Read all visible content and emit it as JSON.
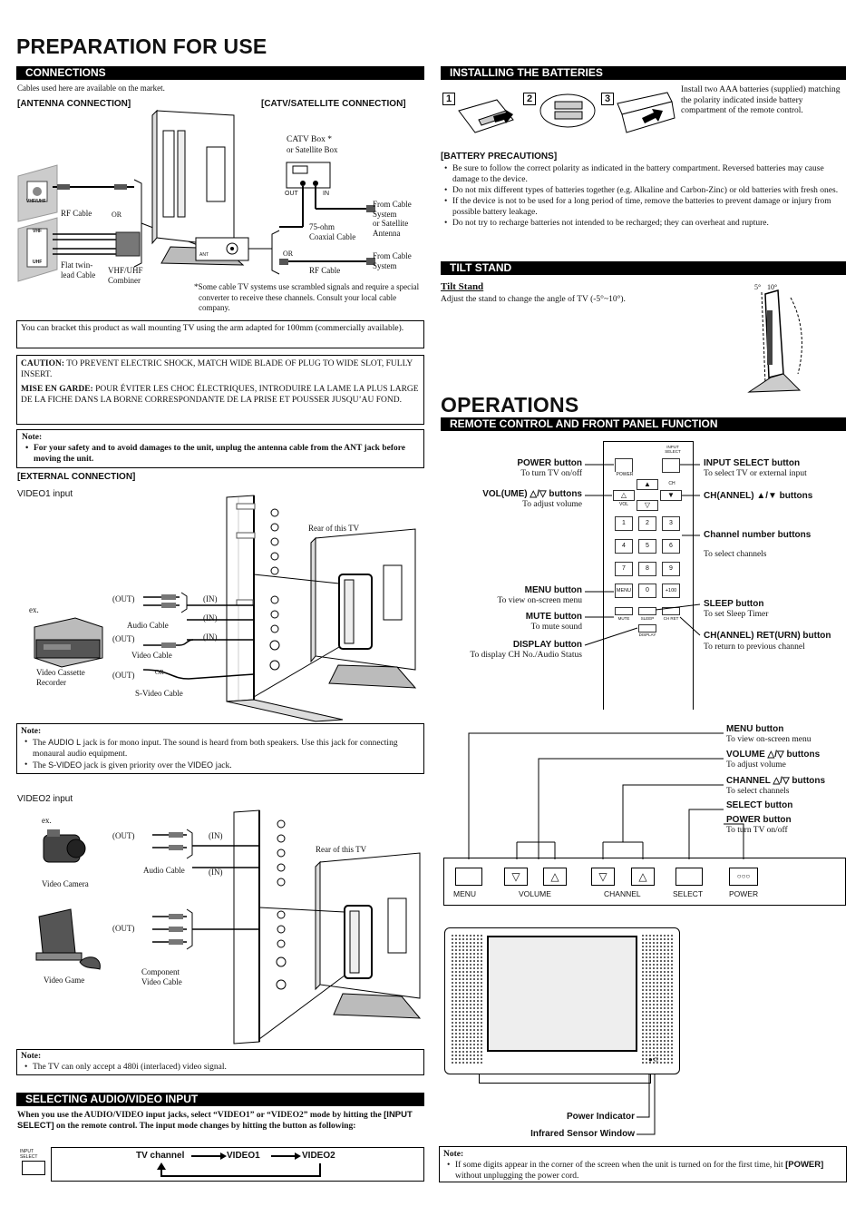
{
  "page": {
    "title": "PREPARATION FOR USE",
    "title2": "OPERATIONS"
  },
  "connections": {
    "header": "CONNECTIONS",
    "intro": "Cables used here are available on the market.",
    "antenna_label": "[ANTENNA CONNECTION]",
    "catv_label": "[CATV/SATELLITE CONNECTION]",
    "labels": {
      "vhf_uhf": "VHF/UHF",
      "vhf": "VHF",
      "uhf": "UHF",
      "rf_cable": "RF Cable",
      "or": "OR",
      "flat_twin": "Flat twin-\nlead Cable",
      "combiner": "VHF/UHF\nCombiner",
      "catv_box": "CATV Box *",
      "satellite_box": "or Satellite Box",
      "out": "OUT",
      "in": "IN",
      "from_cable_1": "From Cable\nSystem\nor Satellite\nAntenna",
      "coaxial": "75-ohm\nCoaxial Cable",
      "or2": "OR",
      "from_cable_2": "From Cable\nSystem",
      "rf_cable_2": "RF Cable",
      "ant": "ANT"
    },
    "footnote": "*Some cable TV systems use scrambled signals and require a special converter to receive these channels. Consult your local cable company.",
    "wall_mount": "You can bracket this product as wall mounting TV using the arm adapted for 100mm (commercially available).",
    "caution_label": "CAUTION:",
    "caution_text": "TO PREVENT ELECTRIC SHOCK, MATCH WIDE BLADE OF PLUG TO WIDE SLOT, FULLY INSERT.",
    "mise_label": "MISE EN GARDE:",
    "mise_text": "POUR ÉVITER LES CHOC ÉLECTRIQUES, INTRODUIRE LA LAME LA PLUS LARGE DE LA FICHE DANS LA BORNE CORRESPONDANTE DE LA PRISE ET POUSSER JUSQU’AU FOND.",
    "note1_title": "Note:",
    "note1_text": "For your safety and to avoid damages to the unit, unplug the antenna cable from the ANT jack before moving the unit."
  },
  "external": {
    "label": "[EXTERNAL CONNECTION]",
    "video1_input": "VIDEO1 input",
    "rear_label": "Rear of this TV",
    "ex": "ex.",
    "out1": "(OUT)",
    "in1": "(IN)",
    "in2": "(IN)",
    "out2": "(OUT)",
    "in3": "(IN)",
    "out3": "(OUT)",
    "or": "OR",
    "audio_cable": "Audio Cable",
    "video_cable": "Video Cable",
    "svideo_cable": "S-Video Cable",
    "vcr": "Video Cassette\nRecorder",
    "note2_title": "Note:",
    "note2_item1_pre": "The ",
    "note2_item1_jack": "AUDIO L",
    "note2_item1_post": " jack is for mono input. The sound is heard from both speakers. Use this jack for connecting monaural audio equipment.",
    "note2_item2_pre": "The ",
    "note2_item2_jack": "S-VIDEO",
    "note2_item2_mid": " jack is given priority over the ",
    "note2_item2_jack2": "VIDEO",
    "note2_item2_post": " jack.",
    "video2_input": "VIDEO2 input",
    "rear_label2": "Rear of this TV",
    "ex2": "ex.",
    "out4": "(OUT)",
    "in4": "(IN)",
    "in5": "(IN)",
    "out5": "(OUT)",
    "audio_cable2": "Audio Cable",
    "component": "Component\nVideo Cable",
    "video_camera": "Video Camera",
    "video_game": "Video Game",
    "note3_title": "Note:",
    "note3_text": "The TV can only accept a 480i (interlaced) video signal."
  },
  "selecting": {
    "header": "SELECTING AUDIO/VIDEO INPUT",
    "text_pre": "When you use the AUDIO/VIDEO input jacks, select “VIDEO1” or “VIDEO2” mode by hitting the ",
    "text_btn": "[INPUT SELECT]",
    "text_post": " on the remote control. The input mode changes by hitting the button as following:",
    "icon_label": "INPUT\nSELECT",
    "flow": [
      "TV channel",
      "VIDEO1",
      "VIDEO2"
    ]
  },
  "batteries": {
    "header": "INSTALLING THE BATTERIES",
    "steps": [
      "1",
      "2",
      "3"
    ],
    "text": "Install two AAA batteries (supplied) matching the polarity indicated inside battery compartment of the remote control.",
    "precautions_label": "[BATTERY PRECAUTIONS]",
    "precautions": [
      "Be sure to follow the correct polarity as indicated in the battery compartment. Reversed batteries may cause damage to the device.",
      "Do not mix different types of batteries together (e.g. Alkaline and Carbon-Zinc) or old batteries with fresh ones.",
      "If the device is not to be used for a long period of time, remove the batteries to prevent damage or injury from possible battery leakage.",
      "Do not try to recharge batteries not intended to be recharged; they can overheat and rupture."
    ]
  },
  "tilt": {
    "header": "TILT STAND",
    "title": "Tilt Stand",
    "text": "Adjust the stand to change the angle of TV (-5°~10°).",
    "angle1": "5°",
    "angle2": "10°"
  },
  "remote": {
    "header": "REMOTE CONTROL AND FRONT PANEL FUNCTION",
    "power": {
      "name": "POWER button",
      "desc": "To turn TV on/off"
    },
    "vol": {
      "name": "VOL(UME) △/▽ buttons",
      "desc": "To adjust volume"
    },
    "menu": {
      "name": "MENU button",
      "desc": "To view on-screen menu"
    },
    "mute": {
      "name": "MUTE button",
      "desc": "To mute sound"
    },
    "display": {
      "name": "DISPLAY button",
      "desc": "To display CH No./Audio Status"
    },
    "input": {
      "name": "INPUT SELECT button",
      "desc": "To select TV or external input"
    },
    "ch": {
      "name": "CH(ANNEL) ▲/▼ buttons"
    },
    "num": {
      "name": "Channel number buttons",
      "desc": "To select channels"
    },
    "sleep": {
      "name": "SLEEP button",
      "desc": "To set Sleep Timer"
    },
    "chret": {
      "name": "CH(ANNEL) RET(URN) button",
      "desc": "To return to previous channel"
    },
    "keys": {
      "power": "POWER",
      "input": "INPUT\nSELECT",
      "vol": "VOL",
      "ch": "CH",
      "digits": [
        "1",
        "2",
        "3",
        "4",
        "5",
        "6",
        "7",
        "8",
        "9"
      ],
      "menu": "MENU",
      "zero": "0",
      "plus100": "+100",
      "mute": "MUTE",
      "sleep": "SLEEP",
      "chret": "CH RET",
      "display": "DISPLAY"
    }
  },
  "front": {
    "menu": {
      "name": "MENU button",
      "desc": "To view on-screen menu"
    },
    "volume": {
      "name": "VOLUME △/▽ buttons",
      "desc": "To adjust volume"
    },
    "channel": {
      "name": "CHANNEL △/▽ buttons",
      "desc": "To select channels"
    },
    "select": {
      "name": "SELECT button"
    },
    "power": {
      "name": "POWER button",
      "desc": "To turn TV on/off"
    },
    "panel": [
      "MENU",
      "VOLUME",
      "CHANNEL",
      "SELECT",
      "POWER"
    ],
    "power_indicator": "Power Indicator",
    "infrared": "Infrared Sensor Window",
    "note_title": "Note:",
    "note_pre": "If some digits appear in the corner of the screen when the unit is turned on for the first time, hit ",
    "note_btn": "[POWER]",
    "note_post": " without unplugging the power cord."
  }
}
